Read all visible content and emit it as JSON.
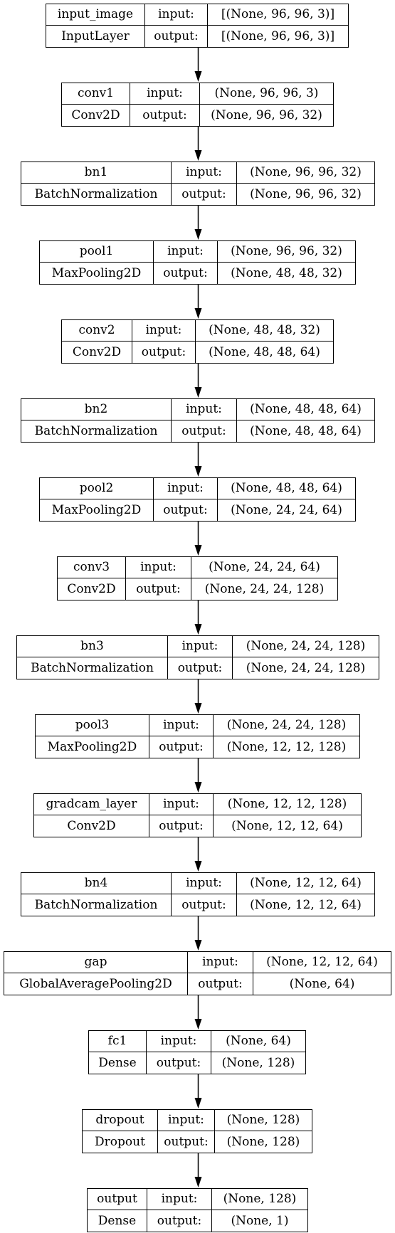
{
  "io_labels": {
    "input": "input:",
    "output": "output:"
  },
  "layers": [
    {
      "name": "input_image",
      "type": "InputLayer",
      "input": "[(None, 96, 96, 3)]",
      "output": "[(None, 96, 96, 3)]"
    },
    {
      "name": "conv1",
      "type": "Conv2D",
      "input": "(None, 96, 96, 3)",
      "output": "(None, 96, 96, 32)"
    },
    {
      "name": "bn1",
      "type": "BatchNormalization",
      "input": "(None, 96, 96, 32)",
      "output": "(None, 96, 96, 32)"
    },
    {
      "name": "pool1",
      "type": "MaxPooling2D",
      "input": "(None, 96, 96, 32)",
      "output": "(None, 48, 48, 32)"
    },
    {
      "name": "conv2",
      "type": "Conv2D",
      "input": "(None, 48, 48, 32)",
      "output": "(None, 48, 48, 64)"
    },
    {
      "name": "bn2",
      "type": "BatchNormalization",
      "input": "(None, 48, 48, 64)",
      "output": "(None, 48, 48, 64)"
    },
    {
      "name": "pool2",
      "type": "MaxPooling2D",
      "input": "(None, 48, 48, 64)",
      "output": "(None, 24, 24, 64)"
    },
    {
      "name": "conv3",
      "type": "Conv2D",
      "input": "(None, 24, 24, 64)",
      "output": "(None, 24, 24, 128)"
    },
    {
      "name": "bn3",
      "type": "BatchNormalization",
      "input": "(None, 24, 24, 128)",
      "output": "(None, 24, 24, 128)"
    },
    {
      "name": "pool3",
      "type": "MaxPooling2D",
      "input": "(None, 24, 24, 128)",
      "output": "(None, 12, 12, 128)"
    },
    {
      "name": "gradcam_layer",
      "type": "Conv2D",
      "input": "(None, 12, 12, 128)",
      "output": "(None, 12, 12, 64)"
    },
    {
      "name": "bn4",
      "type": "BatchNormalization",
      "input": "(None, 12, 12, 64)",
      "output": "(None, 12, 12, 64)"
    },
    {
      "name": "gap",
      "type": "GlobalAveragePooling2D",
      "input": "(None, 12, 12, 64)",
      "output": "(None, 64)"
    },
    {
      "name": "fc1",
      "type": "Dense",
      "input": "(None, 64)",
      "output": "(None, 128)"
    },
    {
      "name": "dropout",
      "type": "Dropout",
      "input": "(None, 128)",
      "output": "(None, 128)"
    },
    {
      "name": "output",
      "type": "Dense",
      "input": "(None, 128)",
      "output": "(None, 1)"
    }
  ]
}
